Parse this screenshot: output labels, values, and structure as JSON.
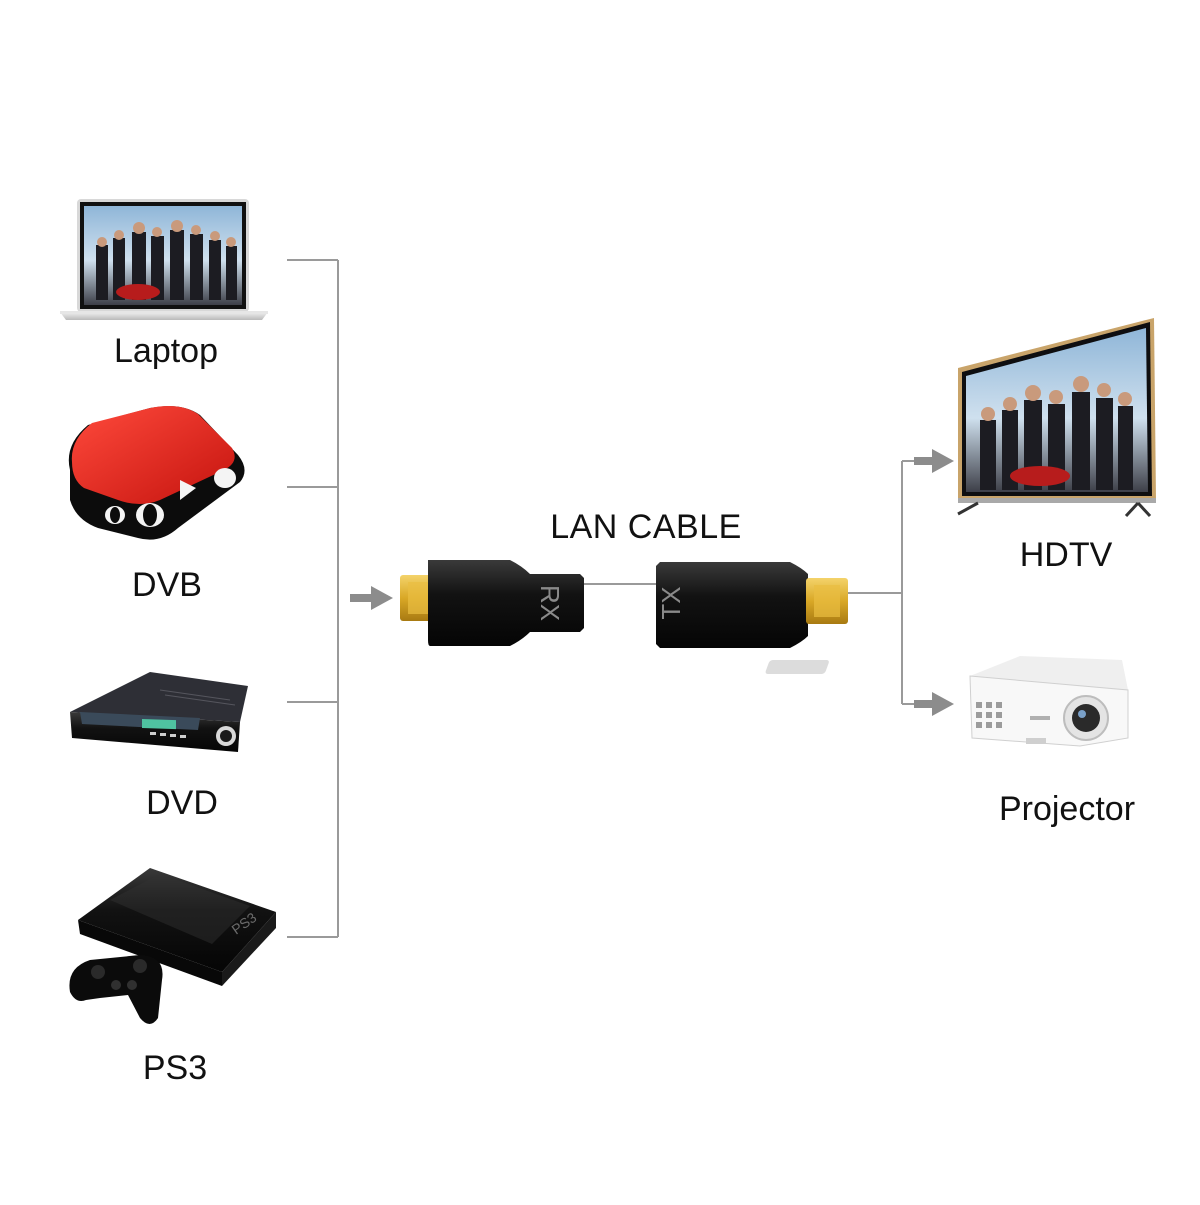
{
  "sources": [
    {
      "label": "Laptop",
      "icon": "laptop-icon"
    },
    {
      "label": "DVB",
      "icon": "set-top-box-icon"
    },
    {
      "label": "DVD",
      "icon": "dvd-player-icon"
    },
    {
      "label": "PS3",
      "icon": "game-console-icon"
    }
  ],
  "center": {
    "title": "LAN CABLE",
    "receiver_marking": "RX",
    "transmitter_marking": "TX"
  },
  "outputs": [
    {
      "label": "HDTV",
      "icon": "tv-icon"
    },
    {
      "label": "Projector",
      "icon": "projector-icon"
    }
  ],
  "colors": {
    "line": "#9a9a9a",
    "arrow": "#8c8c8c",
    "adapter_body": "#151515",
    "connector_gold": "#d9a826",
    "dvb_red": "#e3201b"
  }
}
